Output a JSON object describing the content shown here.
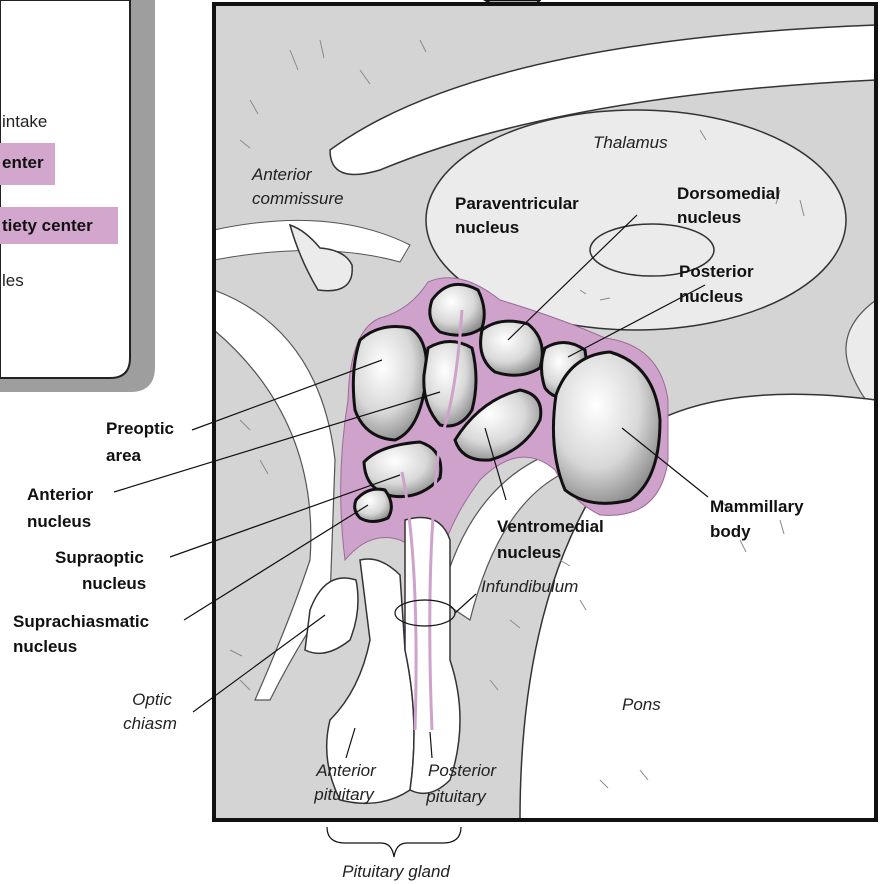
{
  "legend_panel": {
    "line_intake": "intake",
    "hunger_center": "enter",
    "satiety_center": "tiety center",
    "line_les": "les"
  },
  "labels": {
    "thalamus": "Thalamus",
    "anterior_commissure": [
      "Anterior",
      "commissure"
    ],
    "paraventricular": [
      "Paraventricular",
      "nucleus"
    ],
    "dorsomedial": [
      "Dorsomedial",
      "nucleus"
    ],
    "posterior": [
      "Posterior",
      "nucleus"
    ],
    "preoptic": [
      "Preoptic",
      "area"
    ],
    "anterior": [
      "Anterior",
      "nucleus"
    ],
    "supraoptic": [
      "Supraoptic",
      "nucleus"
    ],
    "suprachiasmatic": [
      "Suprachiasmatic",
      "nucleus"
    ],
    "ventromedial": [
      "Ventromedial",
      "nucleus"
    ],
    "mammillary": [
      "Mammillary",
      "body"
    ],
    "infundibulum": "Infundibulum",
    "optic_chiasm": [
      "Optic",
      "chiasm"
    ],
    "pons": "Pons",
    "anterior_pituitary": [
      "Anterior",
      "pituitary"
    ],
    "posterior_pituitary": [
      "Posterior",
      "pituitary"
    ],
    "pituitary_gland": "Pituitary gland"
  },
  "colors": {
    "hypothalamus_pink": "#cfa2cb",
    "tissue_gray": "#d4d4d4",
    "highlight_box": "#d3a6ce",
    "panel_shadow": "#9e9e9e"
  }
}
